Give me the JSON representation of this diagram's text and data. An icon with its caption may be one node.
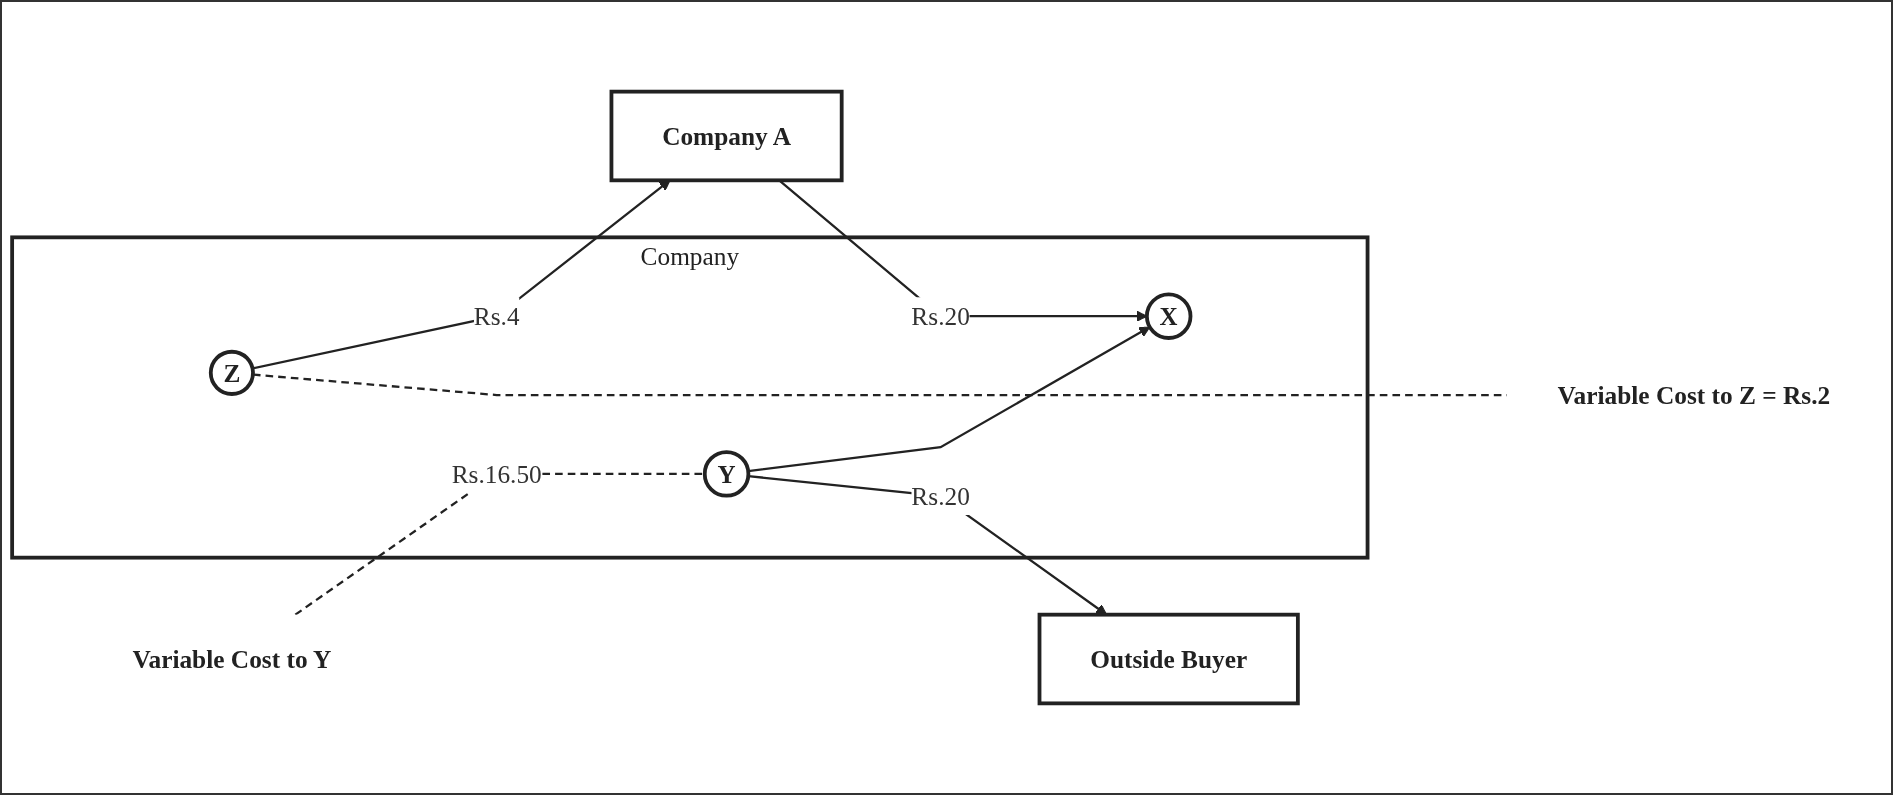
{
  "diagram": {
    "nodes": [
      {
        "text": [
          "Company"
        ]
      },
      {
        "text": [
          "X"
        ],
        "in": 0
      },
      {
        "text": [
          "Y"
        ],
        "in": 0
      },
      {
        "text": [
          "Z"
        ],
        "in": 0
      },
      {
        "text": [
          "Company  A"
        ]
      },
      {
        "text": [
          "Outside Buyer"
        ]
      },
      {
        "text": [
          "Variable Cost to Y"
        ]
      },
      {
        "text": [
          "Variable Cost to Z = Rs.2"
        ]
      }
    ],
    "edges": [
      {
        "from": 4,
        "to": 1,
        "arrow": "to",
        "label": "Rs.20"
      },
      {
        "from": 2,
        "to": 1,
        "arrow": "to"
      },
      {
        "from": 2,
        "to": 5,
        "arrow": "to",
        "label": "Rs.20"
      },
      {
        "from": 3,
        "to": 4,
        "arrow": "to",
        "label": "Rs.4"
      },
      {
        "from": 6,
        "to": 2,
        "arrow": "none",
        "label": "Rs.16.50",
        "style": "dashed"
      },
      {
        "from": 3,
        "to": 7,
        "arrow": "none",
        "style": "dashed"
      }
    ]
  }
}
